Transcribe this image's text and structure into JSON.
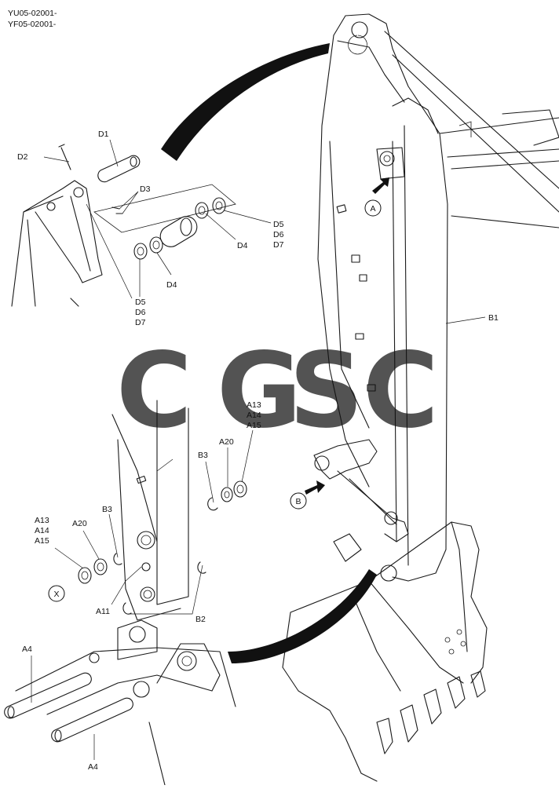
{
  "header": {
    "line1": "YU05-02001-",
    "line2": "YF05-02001-"
  },
  "watermark": {
    "letters": [
      "C",
      "G",
      "S",
      "C"
    ],
    "colors": [
      "#6b9ff0",
      "#ef8577",
      "#f7d45a",
      "#63b98a"
    ]
  },
  "callouts": {
    "A": "A",
    "B": "B",
    "X": "X"
  },
  "labels": {
    "D1": "D1",
    "D2": "D2",
    "D3": "D3",
    "D4a": "D4",
    "D4b": "D4",
    "D5a": "D5",
    "D6a": "D6",
    "D7a": "D7",
    "D5b": "D5",
    "D6b": "D6",
    "D7b": "D7",
    "B1": "B1",
    "B2": "B2",
    "B3a": "B3",
    "B3b": "B3",
    "A20a": "A20",
    "A20b": "A20",
    "A13a": "A13",
    "A14a": "A14",
    "A15a": "A15",
    "A13b": "A13",
    "A14b": "A14",
    "A15b": "A15",
    "A11": "A11",
    "A4a": "A4",
    "A4b": "A4"
  }
}
